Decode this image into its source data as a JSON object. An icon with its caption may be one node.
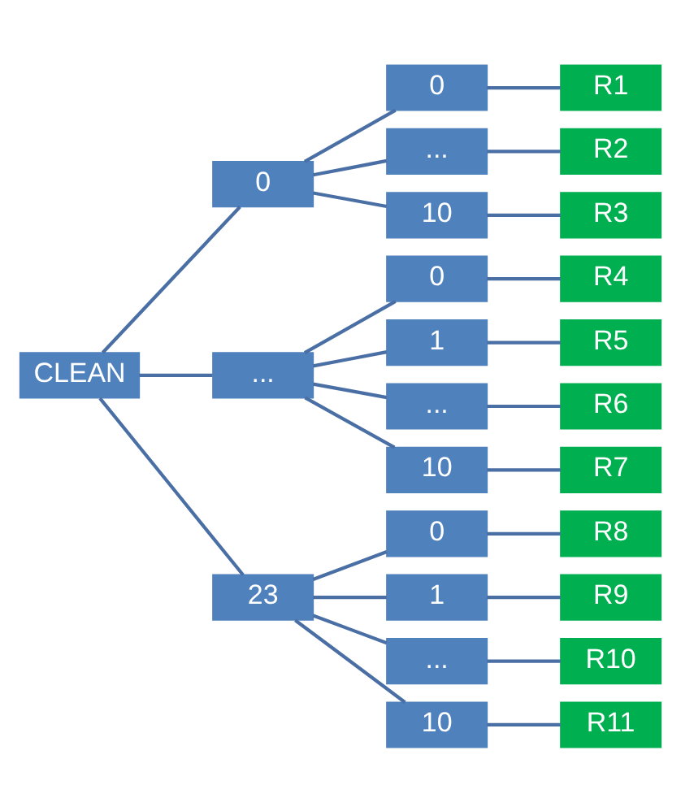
{
  "diagram": {
    "nodes": [
      {
        "text": [
          "CLEAN"
        ]
      },
      {
        "text": [
          "0"
        ]
      },
      {
        "text": [
          "..."
        ]
      },
      {
        "text": [
          "23"
        ]
      },
      {
        "text": [
          "0"
        ]
      },
      {
        "text": [
          "..."
        ]
      },
      {
        "text": [
          "10"
        ]
      },
      {
        "text": [
          "0"
        ]
      },
      {
        "text": [
          "1"
        ]
      },
      {
        "text": [
          "..."
        ]
      },
      {
        "text": [
          "10"
        ]
      },
      {
        "text": [
          "0"
        ]
      },
      {
        "text": [
          "1"
        ]
      },
      {
        "text": [
          "..."
        ]
      },
      {
        "text": [
          "10"
        ]
      },
      {
        "text": [
          "R1"
        ]
      },
      {
        "text": [
          "R2"
        ]
      },
      {
        "text": [
          "R3"
        ]
      },
      {
        "text": [
          "R4"
        ]
      },
      {
        "text": [
          "R5"
        ]
      },
      {
        "text": [
          "R6"
        ]
      },
      {
        "text": [
          "R7"
        ]
      },
      {
        "text": [
          "R8"
        ]
      },
      {
        "text": [
          "R9"
        ]
      },
      {
        "text": [
          "R10"
        ]
      },
      {
        "text": [
          "R11"
        ]
      }
    ],
    "edges": [
      {
        "from": 0,
        "to": 1,
        "arrow": "none"
      },
      {
        "from": 0,
        "to": 2,
        "arrow": "none"
      },
      {
        "from": 0,
        "to": 3,
        "arrow": "none"
      },
      {
        "from": 1,
        "to": 4,
        "arrow": "none"
      },
      {
        "from": 1,
        "to": 5,
        "arrow": "none"
      },
      {
        "from": 1,
        "to": 6,
        "arrow": "none"
      },
      {
        "from": 2,
        "to": 7,
        "arrow": "none"
      },
      {
        "from": 2,
        "to": 8,
        "arrow": "none"
      },
      {
        "from": 2,
        "to": 9,
        "arrow": "none"
      },
      {
        "from": 2,
        "to": 10,
        "arrow": "none"
      },
      {
        "from": 3,
        "to": 11,
        "arrow": "none"
      },
      {
        "from": 3,
        "to": 12,
        "arrow": "none"
      },
      {
        "from": 3,
        "to": 13,
        "arrow": "none"
      },
      {
        "from": 3,
        "to": 14,
        "arrow": "none"
      },
      {
        "from": 4,
        "to": 15,
        "arrow": "none"
      },
      {
        "from": 5,
        "to": 16,
        "arrow": "none"
      },
      {
        "from": 6,
        "to": 17,
        "arrow": "none"
      },
      {
        "from": 7,
        "to": 18,
        "arrow": "none"
      },
      {
        "from": 8,
        "to": 19,
        "arrow": "none"
      },
      {
        "from": 9,
        "to": 20,
        "arrow": "none"
      },
      {
        "from": 10,
        "to": 21,
        "arrow": "none"
      },
      {
        "from": 11,
        "to": 22,
        "arrow": "none"
      },
      {
        "from": 12,
        "to": 23,
        "arrow": "none"
      },
      {
        "from": 13,
        "to": 24,
        "arrow": "none"
      },
      {
        "from": 14,
        "to": 25,
        "arrow": "none"
      }
    ]
  }
}
